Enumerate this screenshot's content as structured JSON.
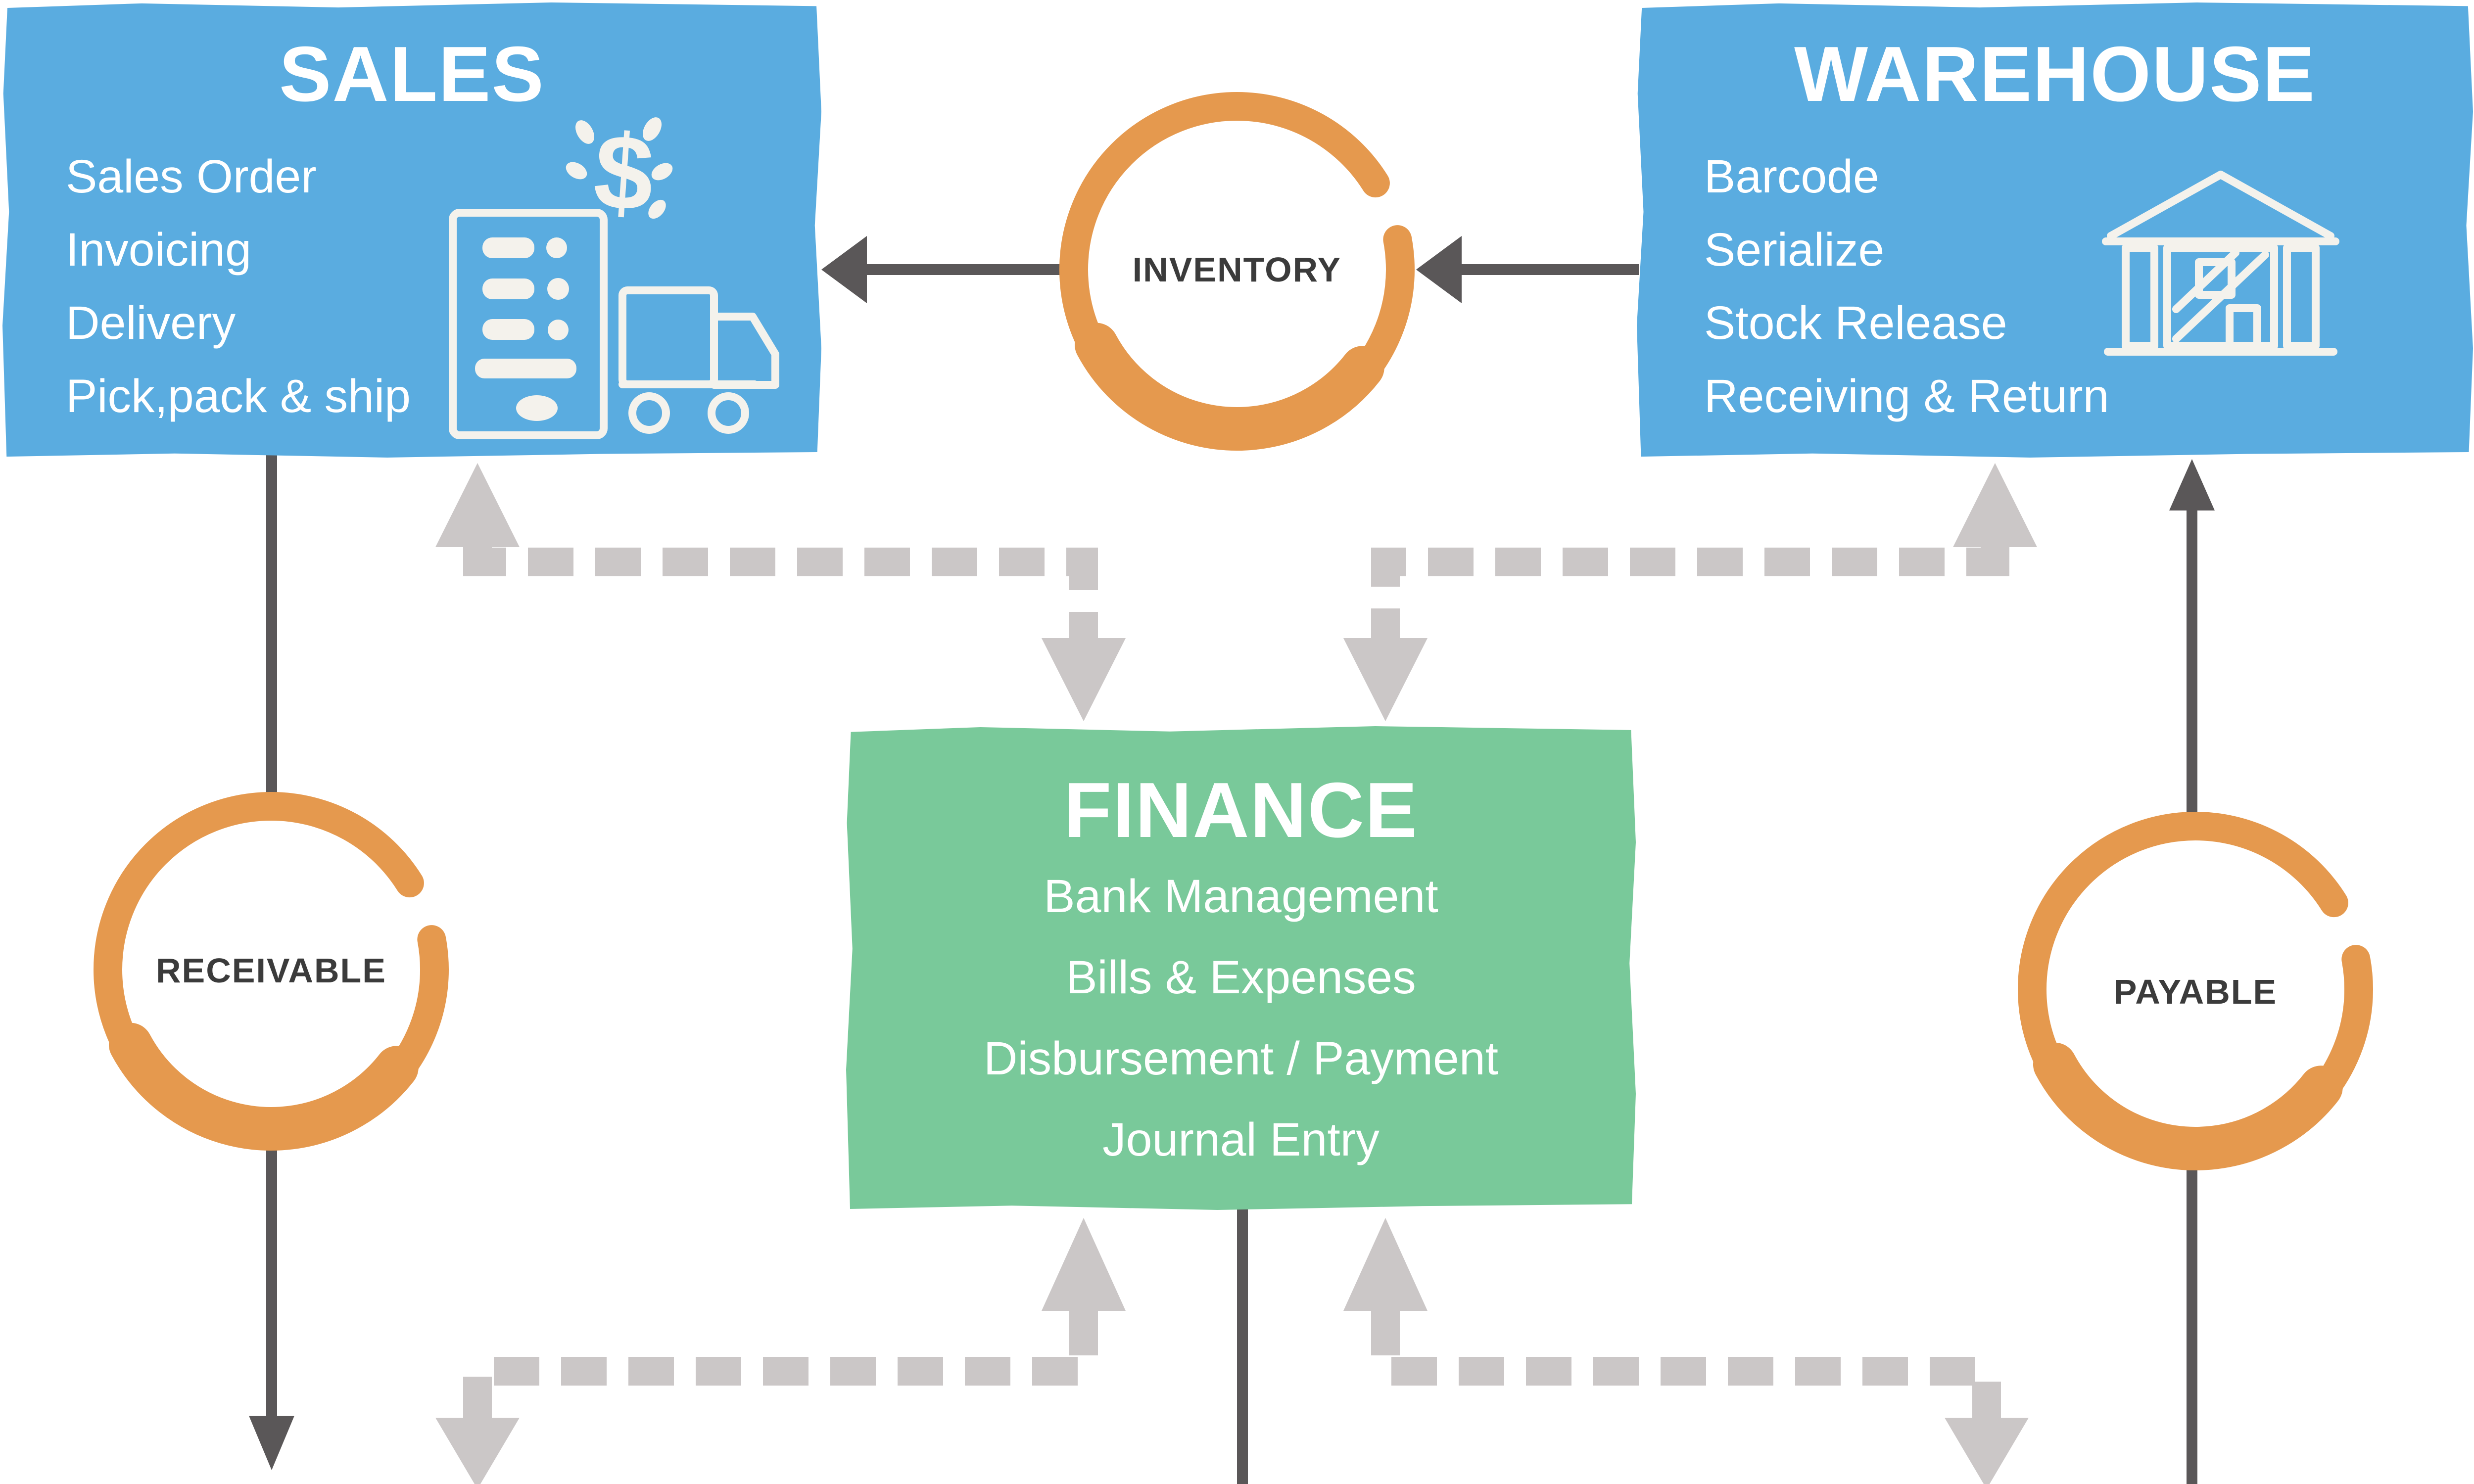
{
  "palette": {
    "box_blue": "#5AACE0",
    "box_green": "#79C99A",
    "circle_orange": "#E5994E",
    "arrow_dark_gray": "#5A5758",
    "arrow_light_gray": "#CBC7C7",
    "circle_label_color": "#3B3B3B",
    "box_text_color": "#FFFFFF",
    "icon_color": "#F4F2EC"
  },
  "boxes": {
    "sales": {
      "title": "SALES",
      "items": [
        "Sales Order",
        "Invoicing",
        "Delivery",
        "Pick,pack & ship"
      ]
    },
    "warehouse": {
      "title": "WAREHOUSE",
      "items": [
        "Barcode",
        "Serialize",
        "Stock Release",
        "Receiving & Return"
      ]
    },
    "finance": {
      "title": "FINANCE",
      "items": [
        "Bank Management",
        "Bills & Expenses",
        "Disbursement / Payment",
        "Journal Entry"
      ]
    }
  },
  "circles": {
    "inventory": {
      "label": "INVENTORY"
    },
    "receivable": {
      "label": "RECEIVABLE"
    },
    "payable": {
      "label": "PAYABLE"
    }
  },
  "icons": {
    "sales_icon": "invoice-dollar-truck",
    "warehouse_icon": "warehouse-building"
  },
  "connections": [
    {
      "from": "WAREHOUSE",
      "to": "INVENTORY",
      "style": "solid"
    },
    {
      "from": "INVENTORY",
      "to": "SALES",
      "style": "solid"
    },
    {
      "from": "SALES",
      "through": "RECEIVABLE",
      "to": "offscreen-bottom",
      "style": "solid"
    },
    {
      "from": "offscreen-bottom",
      "through": "PAYABLE",
      "to": "WAREHOUSE",
      "style": "solid"
    },
    {
      "from": "FINANCE",
      "to": "offscreen-bottom",
      "style": "solid-line-no-head"
    },
    {
      "from": "FINANCE",
      "to": "SALES",
      "style": "dashed",
      "bidirectional": true
    },
    {
      "from": "FINANCE",
      "to": "WAREHOUSE",
      "style": "dashed",
      "bidirectional": true
    },
    {
      "from": "FINANCE",
      "to": "offscreen-bottom-left",
      "style": "dashed",
      "bidirectional": true
    },
    {
      "from": "FINANCE",
      "to": "offscreen-bottom-right",
      "style": "dashed",
      "bidirectional": true
    }
  ]
}
